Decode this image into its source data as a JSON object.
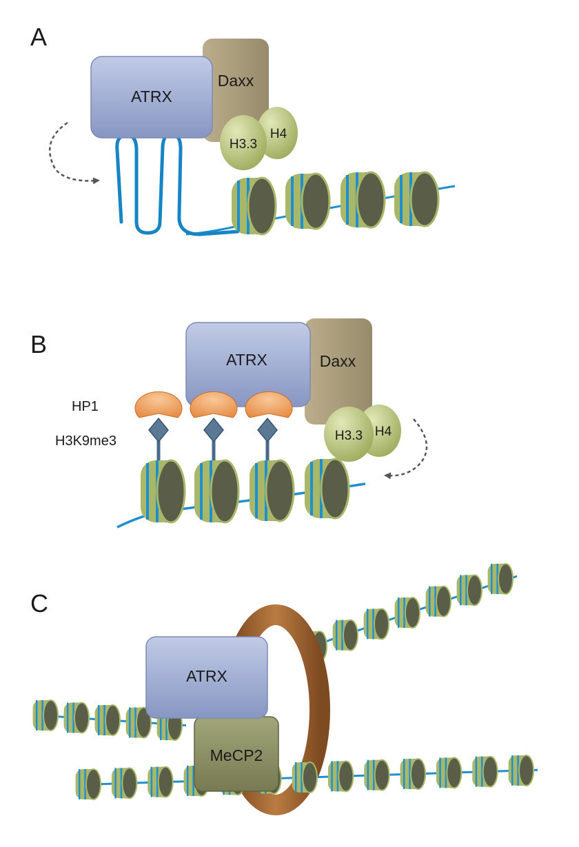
{
  "panels": {
    "a": {
      "label": "A",
      "atrx": "ATRX",
      "daxx": "Daxx",
      "h33": "H3.3",
      "h4": "H4"
    },
    "b": {
      "label": "B",
      "atrx": "ATRX",
      "daxx": "Daxx",
      "h33": "H3.3",
      "h4": "H4",
      "hp1": "HP1",
      "h3k9me3": "H3K9me3"
    },
    "c": {
      "label": "C",
      "atrx": "ATRX",
      "mecp2": "MeCP2"
    }
  },
  "colors": {
    "atrx": "#9aa8cf",
    "daxx": "#a89c7c",
    "histone": "#b8c47e",
    "nucleosome_body": "#a8b868",
    "nucleosome_face": "#5a5e48",
    "dna": "#1f8fcf",
    "hp1": "#f0a060",
    "mark": "#4a6a8a",
    "mecp2": "#8a8e62",
    "ring": "#a56a35"
  }
}
